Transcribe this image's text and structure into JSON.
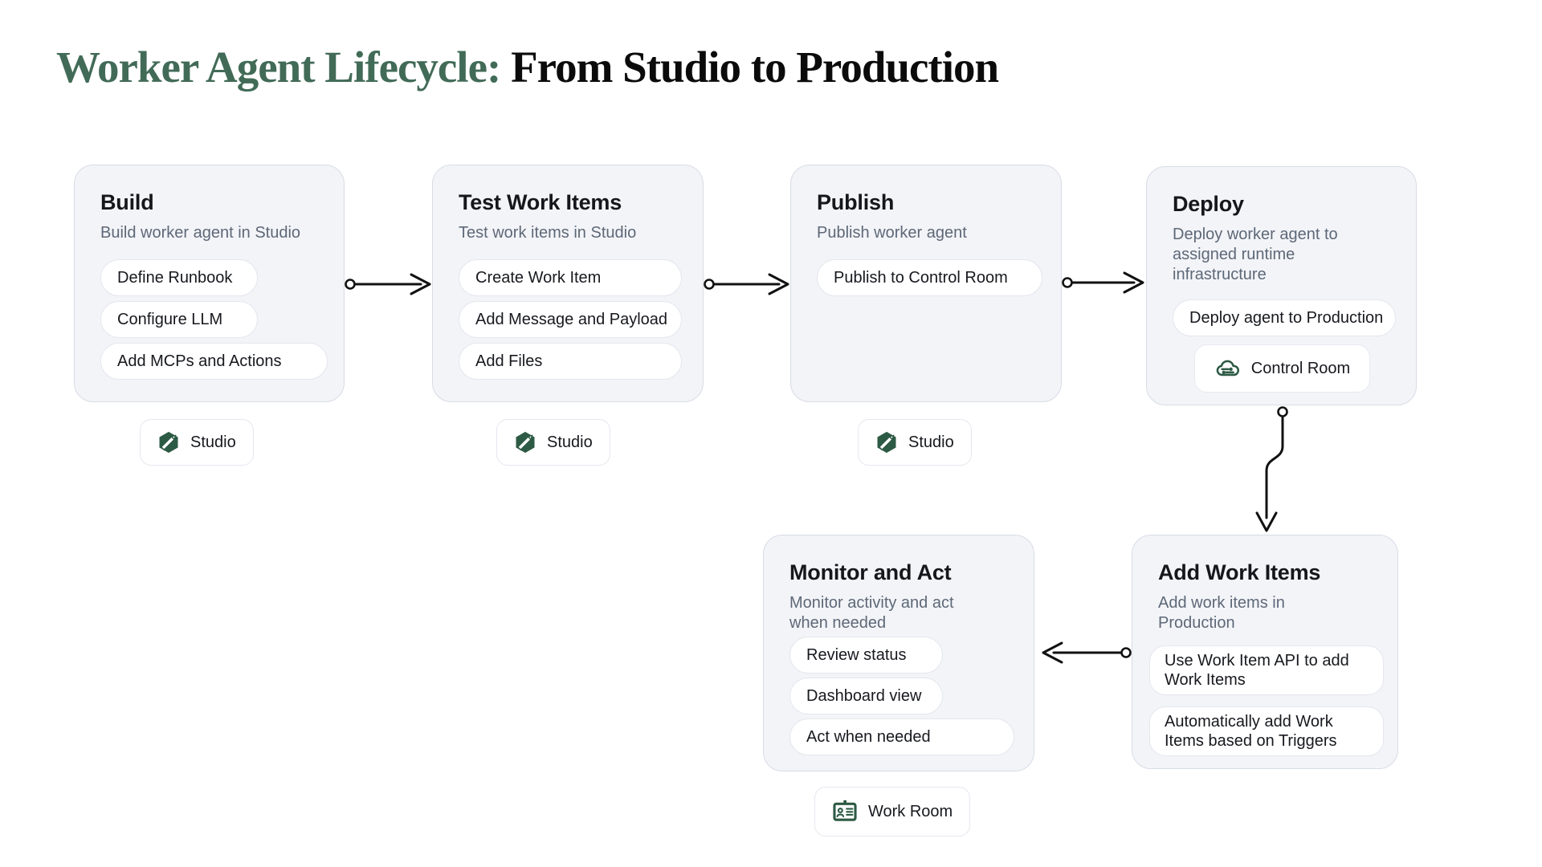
{
  "title": {
    "highlight": "Worker Agent Lifecycle:",
    "rest": "From Studio to Production"
  },
  "colors": {
    "title_green": "#426b57",
    "title_black": "#0b0b0c",
    "icon_green": "#2d5a44",
    "card_background": "#f3f4f8",
    "card_border": "#d8dce5",
    "pill_background": "#ffffff",
    "subtitle_gray": "#5d6877",
    "arrow_black": "#111111"
  },
  "boxes": [
    {
      "title": "Build",
      "subtitle": "Build worker agent in Studio",
      "items": [
        "Define Runbook",
        "Configure LLM",
        "Add MCPs and Actions"
      ]
    },
    {
      "title": "Test Work Items",
      "subtitle": "Test work items in Studio",
      "items": [
        "Create Work Item",
        "Add Message and Payload",
        "Add Files"
      ]
    },
    {
      "title": "Publish",
      "subtitle": "Publish worker agent",
      "items": [
        "Publish to Control Room"
      ]
    },
    {
      "title": "Deploy",
      "subtitle": "Deploy worker agent to assigned runtime infrastructure",
      "items": [
        "Deploy agent to Production"
      ],
      "badge": {
        "icon": "control-room-cloud-icon",
        "label": "Control Room"
      }
    },
    {
      "title": "Monitor and Act",
      "subtitle": "Monitor activity and act when needed",
      "items": [
        "Review status",
        "Dashboard view",
        "Act when needed"
      ]
    },
    {
      "title": "Add Work Items",
      "subtitle": "Add work items in Production",
      "items": [
        "Use Work Item API to add Work Items",
        "Automatically add Work Items based on Triggers"
      ]
    }
  ],
  "badges": {
    "studio": {
      "icon": "studio-hexagon-pencil-icon",
      "label": "Studio"
    },
    "work_room": {
      "icon": "work-room-id-badge-icon",
      "label": "Work Room"
    }
  }
}
